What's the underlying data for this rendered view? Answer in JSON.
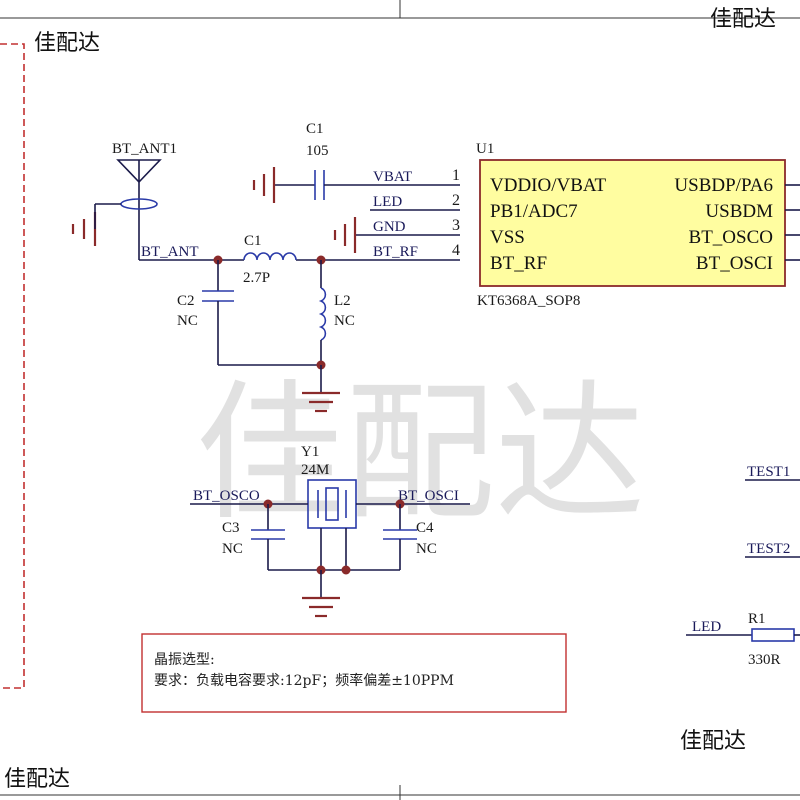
{
  "watermarks": {
    "top_left": "佳配达",
    "top_right": "佳配达",
    "bottom_right": "佳配达",
    "bottom_left": "佳配达",
    "center": "佳配达"
  },
  "antenna": {
    "ref": "BT_ANT1",
    "net": "BT_ANT"
  },
  "c1_top": {
    "ref": "C1",
    "value": "105"
  },
  "l1": {
    "ref": "C1",
    "value": "2.7P"
  },
  "c2": {
    "ref": "C2",
    "value": "NC"
  },
  "l2": {
    "ref": "L2",
    "value": "NC"
  },
  "u1": {
    "ref": "U1",
    "part": "KT6368A_SOP8",
    "left_pins": [
      {
        "num": "1",
        "name": "VDDIO/VBAT",
        "net": "VBAT"
      },
      {
        "num": "2",
        "name": "PB1/ADC7",
        "net": "LED"
      },
      {
        "num": "3",
        "name": "VSS",
        "net": "GND"
      },
      {
        "num": "4",
        "name": "BT_RF",
        "net": "BT_RF"
      }
    ],
    "right_pins": [
      "USBDP/PA6",
      "USBDM",
      "BT_OSCO",
      "BT_OSCI"
    ]
  },
  "crystal": {
    "ref": "Y1",
    "value": "24M",
    "net_left": "BT_OSCO",
    "net_right": "BT_OSCI"
  },
  "c3": {
    "ref": "C3",
    "value": "NC"
  },
  "c4": {
    "ref": "C4",
    "value": "NC"
  },
  "test_nets": [
    "TEST1",
    "TEST2"
  ],
  "r1": {
    "ref": "R1",
    "value": "330R",
    "net": "LED"
  },
  "note": {
    "line1": "晶振选型:",
    "line2": "要求：负载电容要求:12pF；频率偏差±10PPM"
  }
}
